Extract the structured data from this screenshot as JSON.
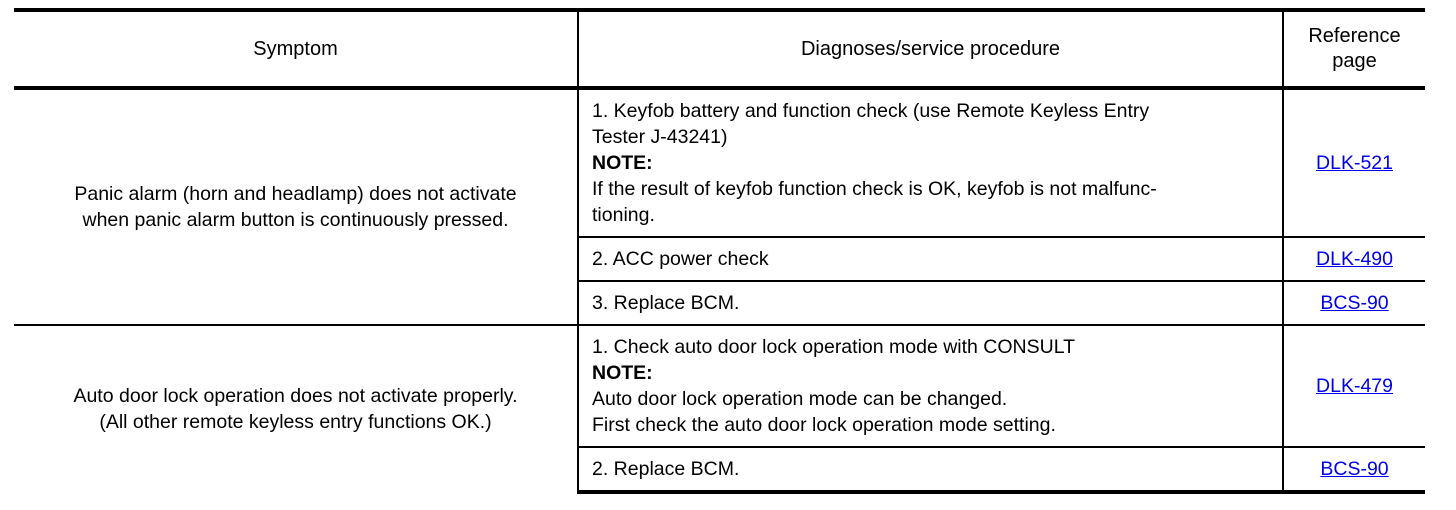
{
  "table": {
    "headers": {
      "symptom": "Symptom",
      "procedure": "Diagnoses/service procedure",
      "reference_page_line1": "Reference",
      "reference_page_line2": "page"
    },
    "note_label": "NOTE:",
    "groups": [
      {
        "symptom_line1": "Panic alarm (horn and headlamp) does not activate",
        "symptom_line2": "when panic alarm button is continuously pressed.",
        "steps": [
          {
            "lines": [
              "1. Keyfob battery and function check (use Remote Keyless Entry",
              "Tester J-43241)"
            ],
            "has_note": true,
            "note_lines": [
              "If the result of keyfob function check is OK, keyfob is not malfunc-",
              "tioning."
            ],
            "reference": "DLK-521"
          },
          {
            "lines": [
              "2. ACC power check"
            ],
            "has_note": false,
            "note_lines": [],
            "reference": "DLK-490"
          },
          {
            "lines": [
              "3. Replace BCM."
            ],
            "has_note": false,
            "note_lines": [],
            "reference": "BCS-90"
          }
        ]
      },
      {
        "symptom_line1": "Auto door lock operation does not activate properly.",
        "symptom_line2": "(All other remote keyless entry functions OK.)",
        "steps": [
          {
            "lines": [
              "1. Check auto door lock operation mode with CONSULT"
            ],
            "has_note": true,
            "note_lines": [
              "Auto door lock operation mode can be changed.",
              "First check the auto door lock operation mode setting."
            ],
            "reference": "DLK-479"
          },
          {
            "lines": [
              "2. Replace BCM."
            ],
            "has_note": false,
            "note_lines": [],
            "reference": "BCS-90"
          }
        ]
      }
    ]
  }
}
